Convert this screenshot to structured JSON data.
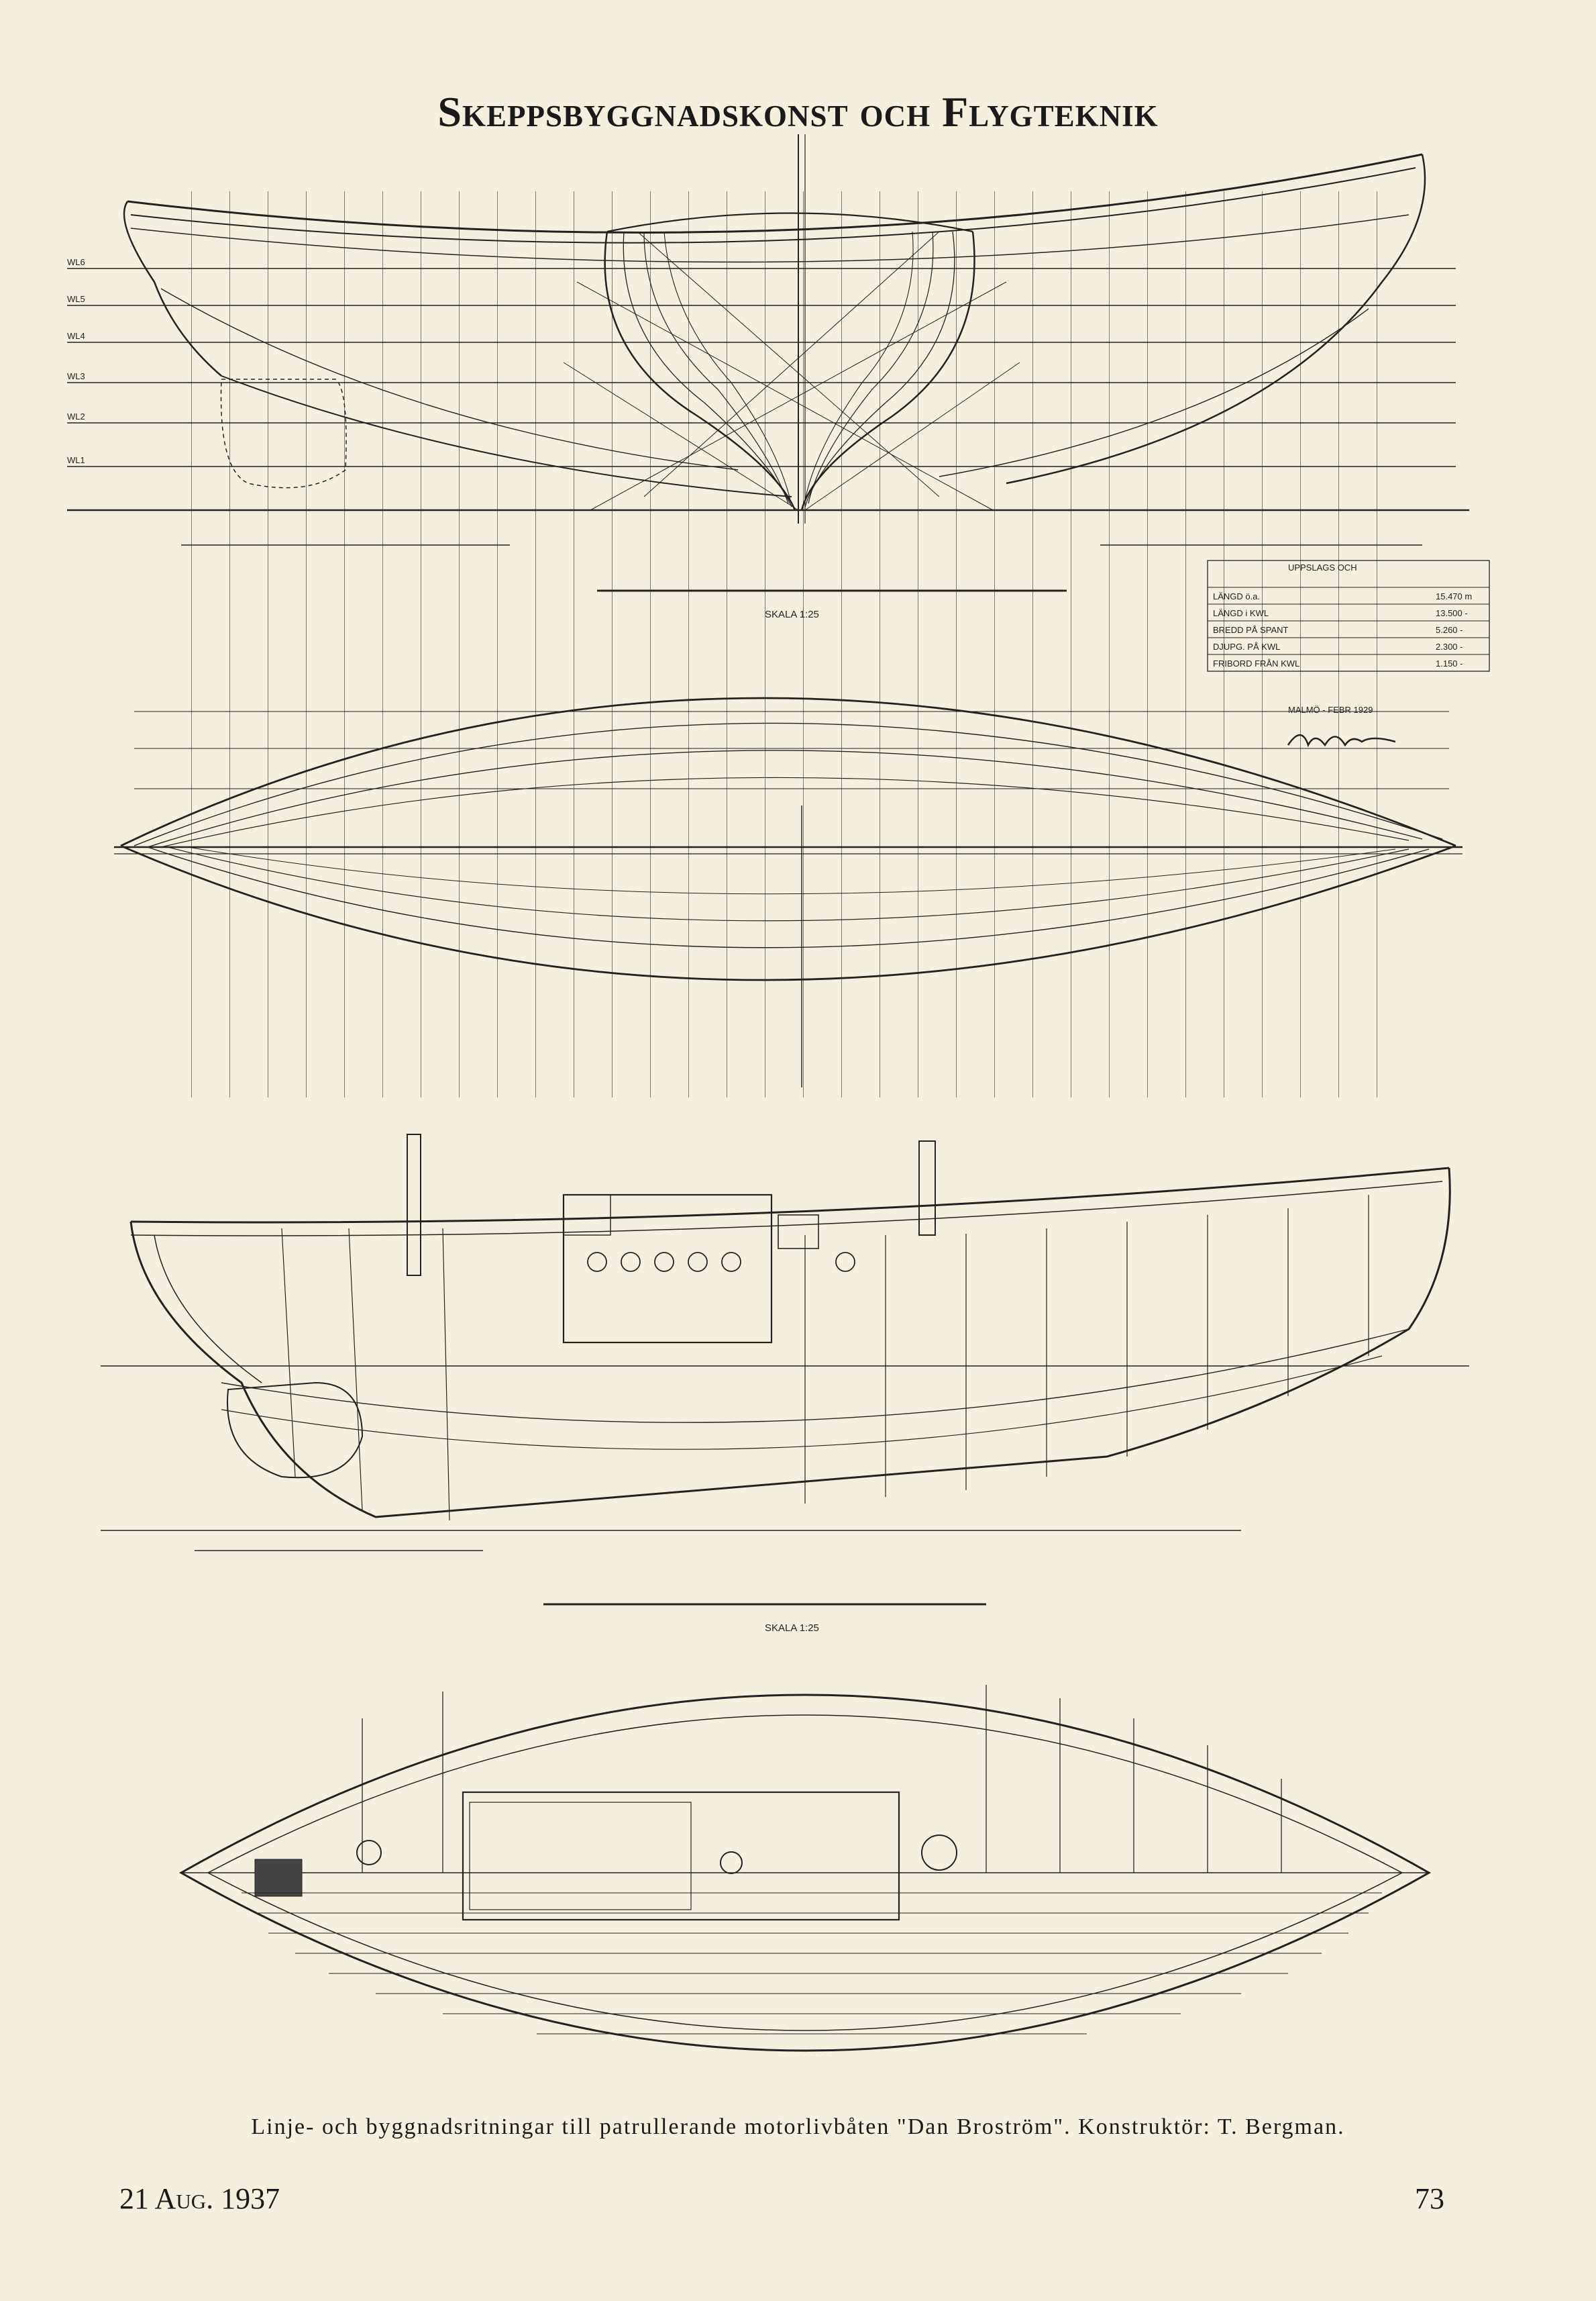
{
  "header": {
    "title": "Skeppsbyggnadskonst och Flygteknik"
  },
  "drawing": {
    "waterlines": [
      "WL6",
      "WL5",
      "WL4",
      "WL3",
      "WL2",
      "WL1"
    ],
    "scale_top": "SKALA 1:25",
    "scale_bottom": "SKALA 1:25",
    "table": {
      "title": "UPPSLAGS OCH",
      "rows": [
        "LÄNGD ö.a.",
        "LÄNGD i KWL",
        "BREDD PÅ SPANT",
        "DJUPG. PÅ KWL",
        "FRIBORD FRÅN KWL"
      ],
      "values": [
        "15.470 m",
        "13.500 -",
        "5.260 -",
        "2.300 -",
        "1.150 -"
      ]
    },
    "date_note": "MALMÖ - FEBR 1929"
  },
  "caption": "Linje- och byggnadsritningar till patrullerande motorlivbåten \"Dan Broström\".  Konstruktör: T. Bergman.",
  "footer": {
    "date": "21 Aug. 1937",
    "page_number": "73"
  }
}
